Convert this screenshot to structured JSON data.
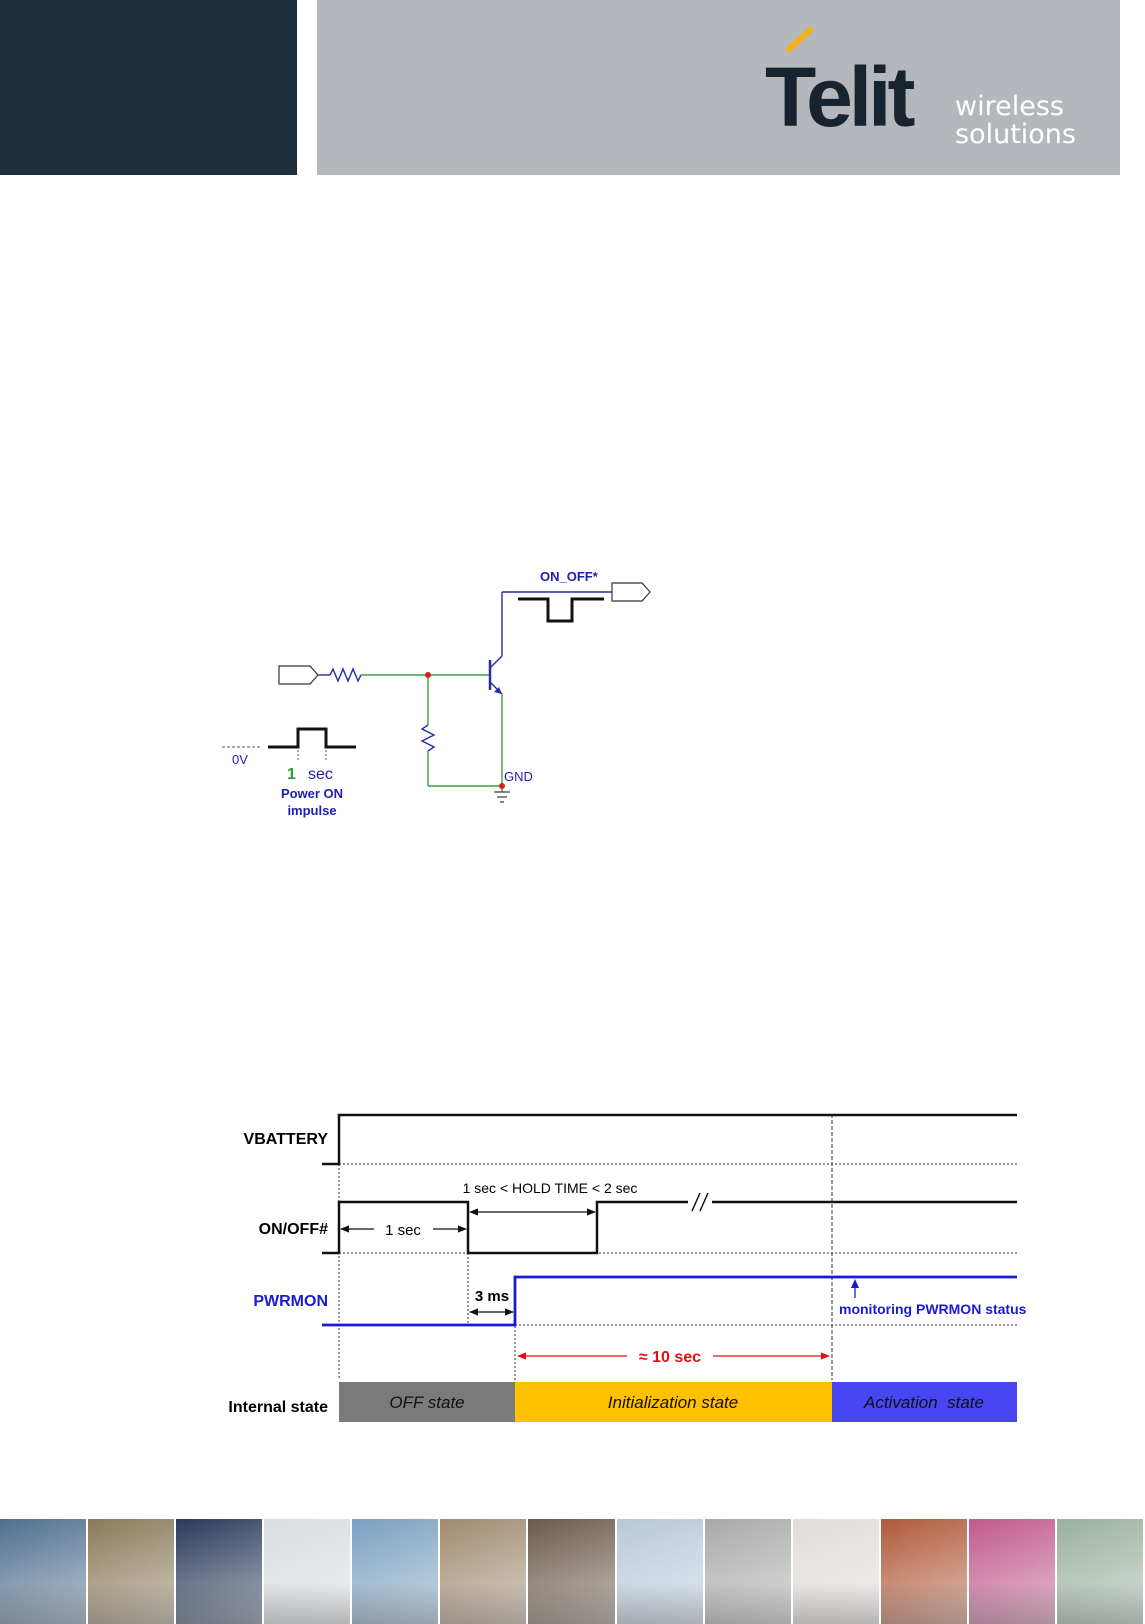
{
  "header": {
    "colors": {
      "dark_panel": "#1e2f3b",
      "grey_panel": "#b4b8bc",
      "logo_dark": "#17232e",
      "logo_accent": "#f0b11d"
    },
    "logo": {
      "word": "Telit",
      "tag_line1": "wireless",
      "tag_line2": "solutions"
    }
  },
  "circuit": {
    "output_label": "ON_OFF*",
    "gnd_label": "GND",
    "zero_volt_label": "0V",
    "pulse_width_value": "1",
    "pulse_width_unit": "sec",
    "pulse_caption_line1": "Power ON",
    "pulse_caption_line2": "impulse",
    "colors": {
      "wire_blue": "#2a2aa8",
      "wire_green": "#3aa33a",
      "node_red": "#d42020",
      "label_blue": "#2020b0",
      "value_green": "#2a9a3a"
    }
  },
  "timing": {
    "signals": {
      "vbattery": "VBATTERY",
      "onoff": "ON/OFF#",
      "pwrmon": "PWRMON",
      "internal_state": "Internal state"
    },
    "annotations": {
      "one_sec": "1 sec",
      "hold_time": "1 sec < HOLD TIME < 2 sec",
      "three_ms": "3 ms",
      "ten_sec": "≈ 10 sec",
      "monitoring": "monitoring PWRMON status"
    },
    "states": [
      {
        "label": "OFF state",
        "color": "#7a7a7a"
      },
      {
        "label": "Initialization state",
        "color": "#ffc000"
      },
      {
        "label": "Activation  state",
        "color": "#4646f2"
      }
    ],
    "colors": {
      "pwrmon_blue": "#1a1ad6",
      "arrow_red": "#e01010"
    }
  },
  "footer": {
    "photos": [
      "stats-sign-photo",
      "shipping-containers-photo",
      "digital-clock-photo",
      "keyboard-photo",
      "cyclist-photo",
      "card-terminal-photo",
      "vending-machine-photo",
      "wind-turbines-photo",
      "utility-meters-photo",
      "corridor-photo",
      "train-station-photo",
      "packaging-photo",
      "security-camera-photo"
    ],
    "colors": [
      "#4f6f8f",
      "#8a7a5a",
      "#2a3a5a",
      "#d8dce0",
      "#7aa0c0",
      "#a08a70",
      "#6a5a4a",
      "#b8c8d8",
      "#a8aaa8",
      "#e0dcd8",
      "#b05a3a",
      "#c05a8a",
      "#9ab0a0"
    ]
  }
}
